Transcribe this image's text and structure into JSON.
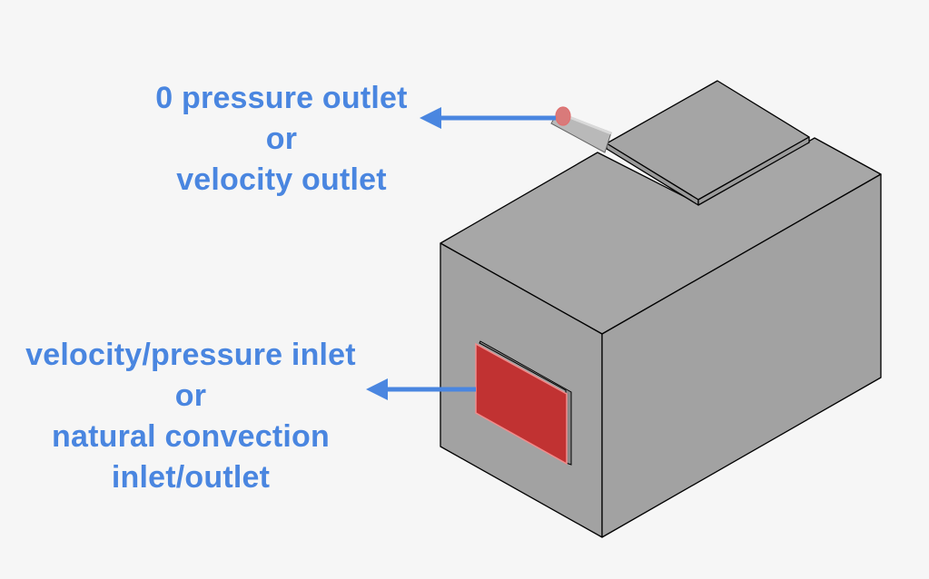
{
  "colors": {
    "background": "#f6f6f6",
    "label_text": "#4a86e0",
    "arrow": "#4a86e0",
    "box_face_light": "#a3a3a3",
    "box_face_top": "#a6a6a6",
    "highlight_face": "#c03434",
    "highlight_edge": "#f08a8a",
    "edge": "#000000"
  },
  "outlet_label": {
    "line1": "0 pressure outlet",
    "line2": "or",
    "line3": "velocity outlet"
  },
  "inlet_label": {
    "line1": "velocity/pressure inlet",
    "line2": "or",
    "line3": "natural convection",
    "line4": "inlet/outlet"
  }
}
